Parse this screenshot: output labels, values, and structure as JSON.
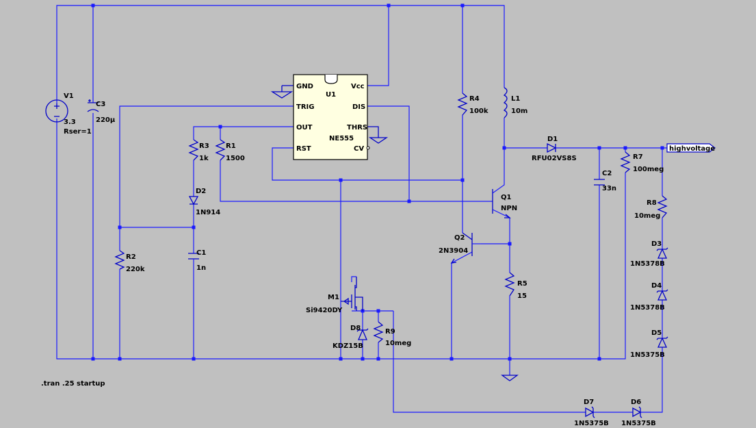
{
  "colors": {
    "background": "#c0c0c0",
    "wire": "#1a1aff",
    "part": "#0000c8",
    "ic_fill": "#ffffe1",
    "text": "#000000"
  },
  "components": {
    "V1": {
      "ref": "V1",
      "value": "3.3",
      "extra": "Rser=1"
    },
    "C3": {
      "ref": "C3",
      "value": "220µ"
    },
    "U1": {
      "ref": "U1",
      "value": "NE555",
      "pins": {
        "gnd": "GND",
        "vcc": "Vcc",
        "trig": "TRIG",
        "dis": "DIS",
        "out": "OUT",
        "thrs": "THRS",
        "rst": "RST",
        "cv": "CV"
      }
    },
    "R1": {
      "ref": "R1",
      "value": "1500"
    },
    "R2": {
      "ref": "R2",
      "value": "220k"
    },
    "R3": {
      "ref": "R3",
      "value": "1k"
    },
    "R4": {
      "ref": "R4",
      "value": "100k"
    },
    "R5": {
      "ref": "R5",
      "value": "15"
    },
    "R7": {
      "ref": "R7",
      "value": "100meg"
    },
    "R8": {
      "ref": "R8",
      "value": "10meg"
    },
    "R9": {
      "ref": "R9",
      "value": "10meg"
    },
    "D1": {
      "ref": "D1",
      "value": "RFU02VS8S"
    },
    "D2": {
      "ref": "D2",
      "value": "1N914"
    },
    "D3": {
      "ref": "D3",
      "value": "1N5378B"
    },
    "D4": {
      "ref": "D4",
      "value": "1N5378B"
    },
    "D5": {
      "ref": "D5",
      "value": "1N5375B"
    },
    "D6": {
      "ref": "D6",
      "value": "1N5375B"
    },
    "D7": {
      "ref": "D7",
      "value": "1N5375B"
    },
    "D8": {
      "ref": "D8",
      "value": "KDZ15B"
    },
    "C1": {
      "ref": "C1",
      "value": "1n"
    },
    "C2": {
      "ref": "C2",
      "value": "33n"
    },
    "L1": {
      "ref": "L1",
      "value": "10m"
    },
    "Q1": {
      "ref": "Q1",
      "value": "NPN"
    },
    "Q2": {
      "ref": "Q2",
      "value": "2N3904"
    },
    "M1": {
      "ref": "M1",
      "value": "Si9420DY"
    }
  },
  "net_label": "highvoltage",
  "directive": ".tran .25 startup"
}
